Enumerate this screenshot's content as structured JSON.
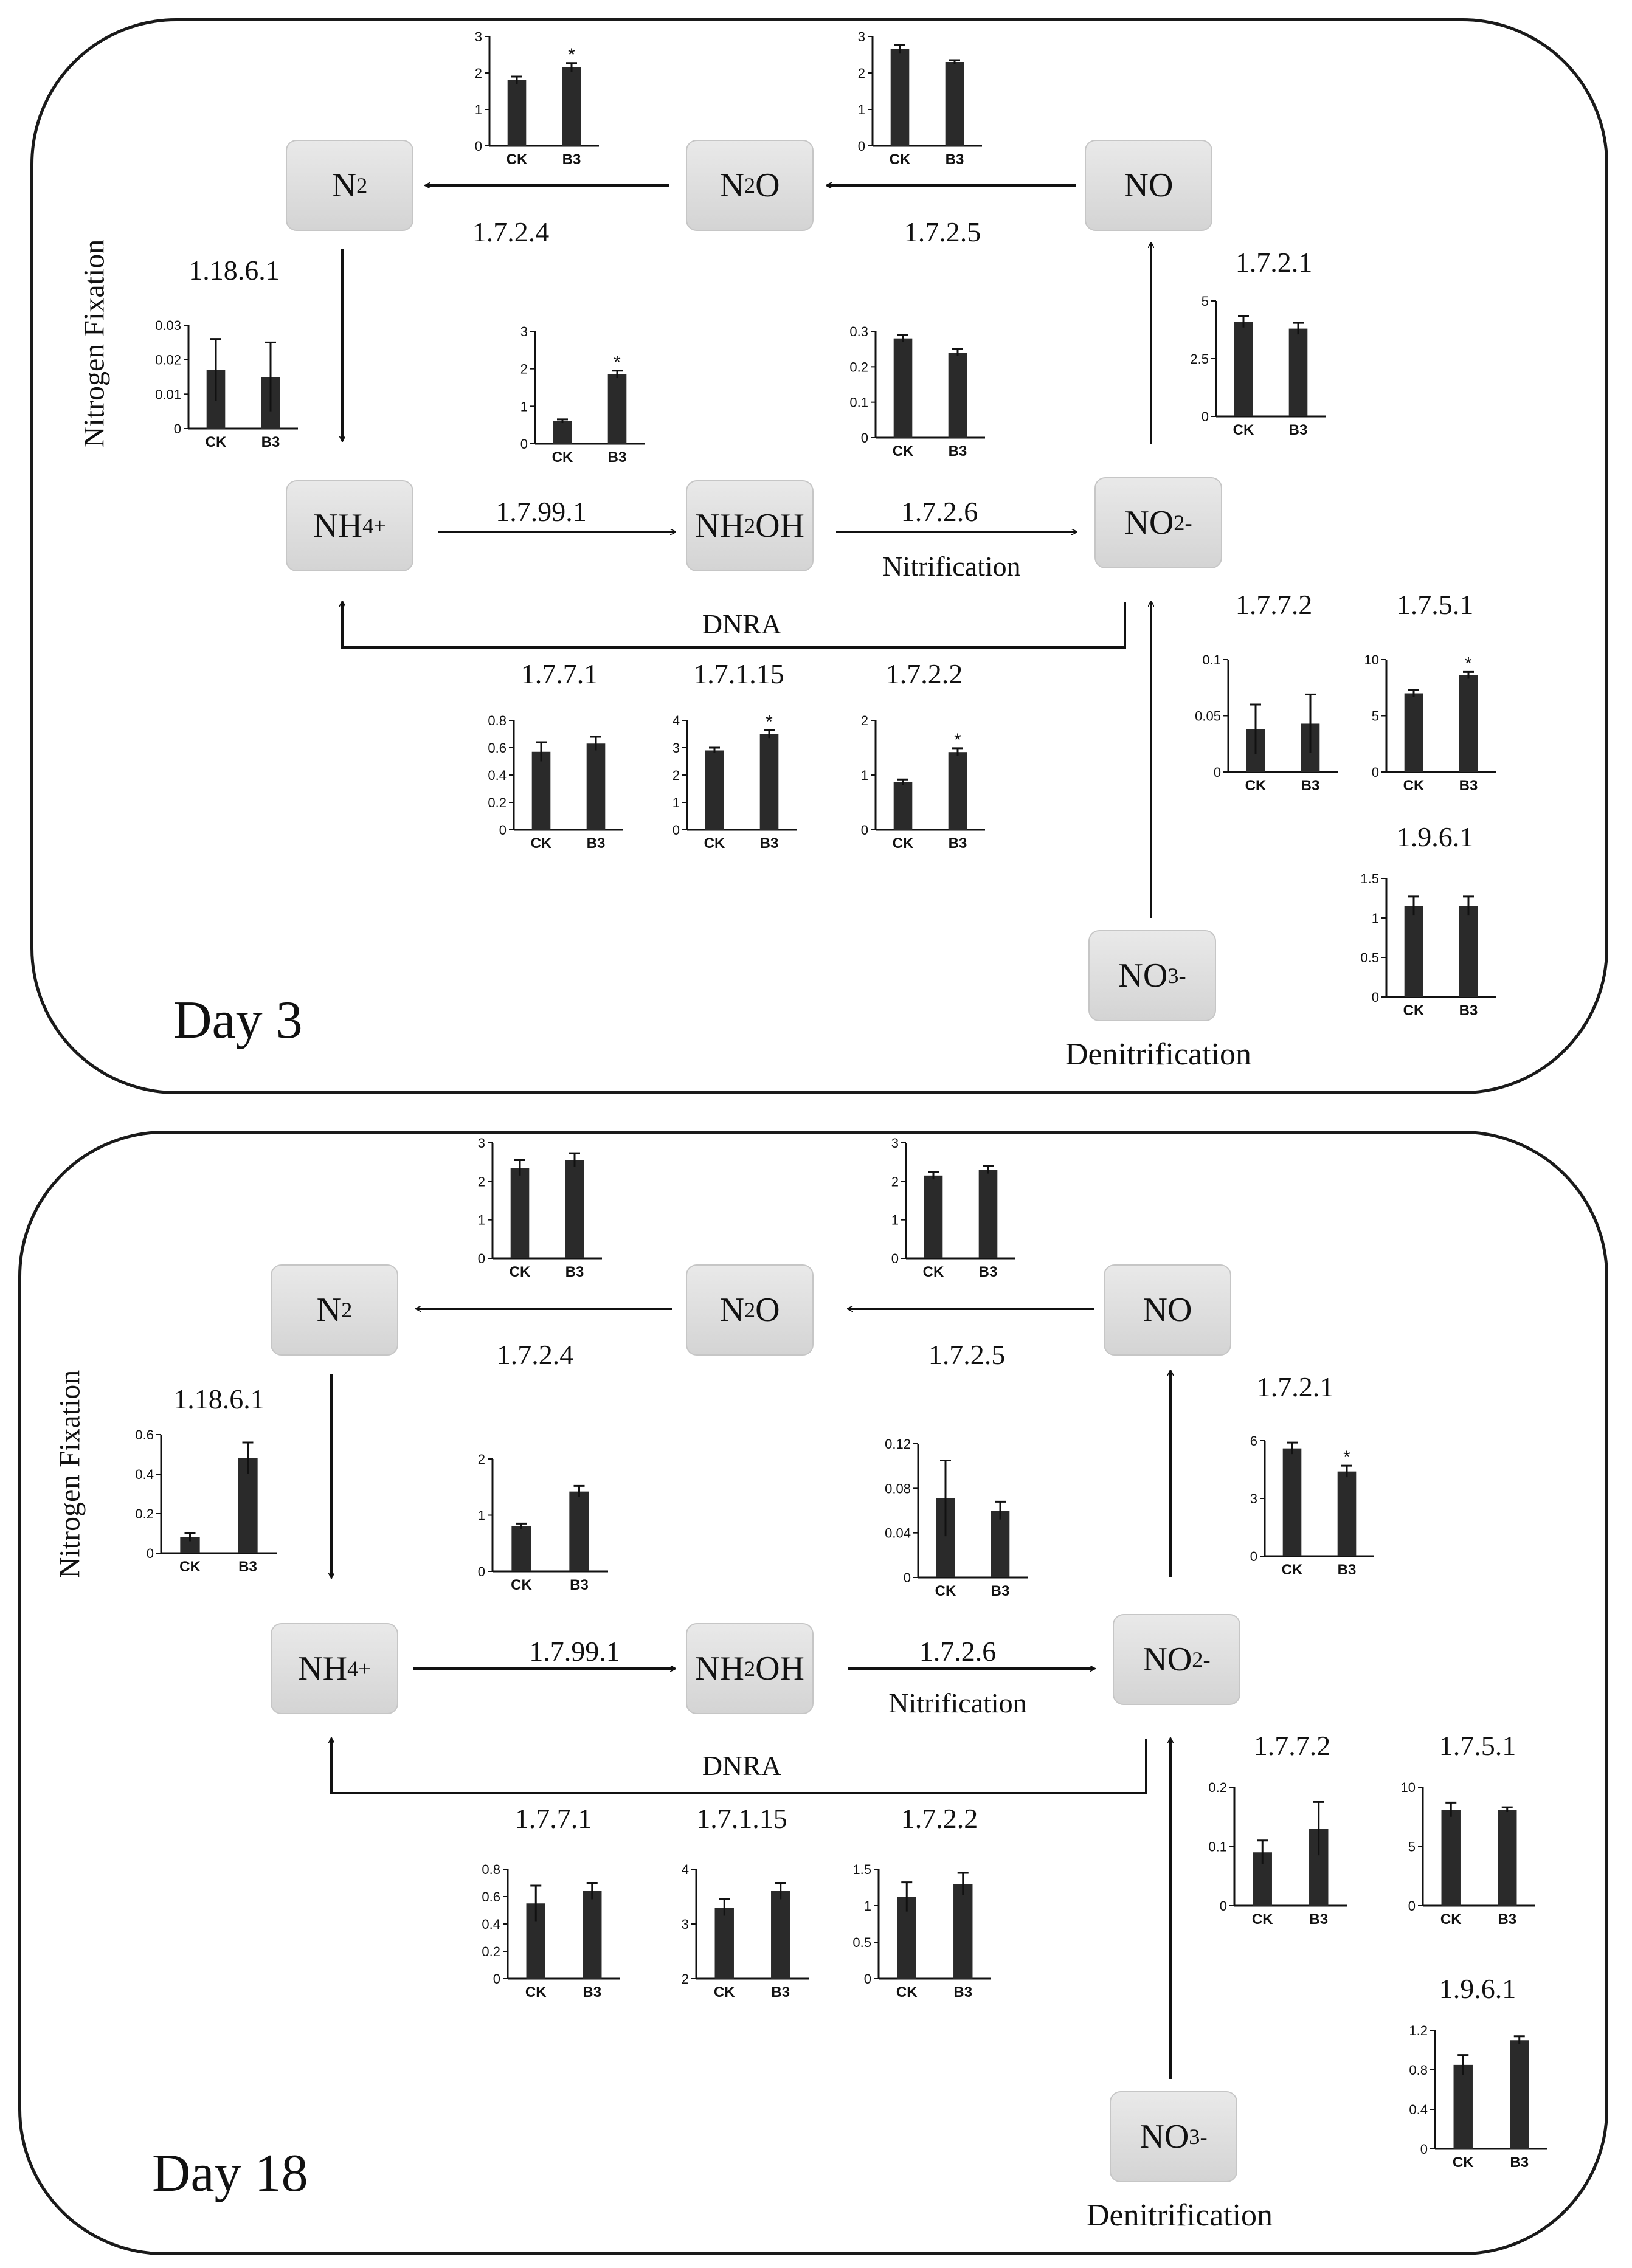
{
  "panels": [
    {
      "day_label": "Day 3",
      "side_label": "Nitrogen Fixation",
      "denitrification_label": "Denitrification",
      "nitrification_label": "Nitrification",
      "dnra_label": "DNRA",
      "nodes": {
        "n2": "N",
        "n2o": "N",
        "no": "NO",
        "nh4": "NH",
        "nh2oh": "NH",
        "no2": "NO",
        "no3": "NO"
      },
      "node_parts": {
        "n2_sub": "2",
        "n2o_sub": "2",
        "n2o_tail": "O",
        "nh4_sub": "4",
        "nh4_sup": "+",
        "nh2oh_sub": "2",
        "nh2oh_tail": "OH",
        "no2_sub": "2",
        "no2_sup": "-",
        "no3_sub": "3",
        "no3_sup": "-"
      },
      "enzymes": {
        "e1724": "1.7.2.4",
        "e1725": "1.7.2.5",
        "e1721": "1.7.2.1",
        "e18611": "1.18.6.1",
        "e17991": "1.7.99.1",
        "e1726": "1.7.2.6",
        "e1772": "1.7.7.2",
        "e1751": "1.7.5.1",
        "e1771": "1.7.7.1",
        "e17115": "1.7.1.15",
        "e1722": "1.7.2.2",
        "e1961": "1.9.6.1"
      }
    },
    {
      "day_label": "Day 18",
      "side_label": "Nitrogen Fixation",
      "denitrification_label": "Denitrification",
      "nitrification_label": "Nitrification",
      "dnra_label": "DNRA",
      "nodes": {
        "n2": "N",
        "n2o": "N",
        "no": "NO",
        "nh4": "NH",
        "nh2oh": "NH",
        "no2": "NO",
        "no3": "NO"
      },
      "node_parts": {
        "n2_sub": "2",
        "n2o_sub": "2",
        "n2o_tail": "O",
        "nh4_sub": "4",
        "nh4_sup": "+",
        "nh2oh_sub": "2",
        "nh2oh_tail": "OH",
        "no2_sub": "2",
        "no2_sup": "-",
        "no3_sub": "3",
        "no3_sup": "-"
      },
      "enzymes": {
        "e1724": "1.7.2.4",
        "e1725": "1.7.2.5",
        "e1721": "1.7.2.1",
        "e18611": "1.18.6.1",
        "e17991": "1.7.99.1",
        "e1726": "1.7.2.6",
        "e1772": "1.7.7.2",
        "e1751": "1.7.5.1",
        "e1771": "1.7.7.1",
        "e17115": "1.7.1.15",
        "e1722": "1.7.2.2",
        "e1961": "1.9.6.1"
      }
    }
  ],
  "chart_data": [
    {
      "type": "bar",
      "panel": "Day 3",
      "enzyme": "1.7.2.4",
      "categories": [
        "CK",
        "B3"
      ],
      "values": [
        1.8,
        2.15
      ],
      "errors": [
        0.1,
        0.12
      ],
      "significant": [
        false,
        true
      ],
      "ylim": [
        0,
        3
      ],
      "yticks": [
        "0",
        "1",
        "2",
        "3"
      ]
    },
    {
      "type": "bar",
      "panel": "Day 3",
      "enzyme": "1.7.2.5",
      "categories": [
        "CK",
        "B3"
      ],
      "values": [
        2.65,
        2.3
      ],
      "errors": [
        0.12,
        0.05
      ],
      "significant": [
        false,
        false
      ],
      "ylim": [
        0,
        3
      ],
      "yticks": [
        "0",
        "1",
        "2",
        "3"
      ]
    },
    {
      "type": "bar",
      "panel": "Day 3",
      "enzyme": "1.18.6.1",
      "categories": [
        "CK",
        "B3"
      ],
      "values": [
        0.017,
        0.015
      ],
      "errors": [
        0.009,
        0.01
      ],
      "significant": [
        false,
        false
      ],
      "ylim": [
        0,
        0.03
      ],
      "yticks": [
        "0",
        "0.01",
        "0.02",
        "0.03"
      ]
    },
    {
      "type": "bar",
      "panel": "Day 3",
      "enzyme": "1.7.99.1",
      "categories": [
        "CK",
        "B3"
      ],
      "values": [
        0.6,
        1.85
      ],
      "errors": [
        0.05,
        0.1
      ],
      "significant": [
        false,
        true
      ],
      "ylim": [
        0,
        3
      ],
      "yticks": [
        "0",
        "1",
        "2",
        "3"
      ]
    },
    {
      "type": "bar",
      "panel": "Day 3",
      "enzyme": "1.7.2.6",
      "categories": [
        "CK",
        "B3"
      ],
      "values": [
        0.28,
        0.24
      ],
      "errors": [
        0.01,
        0.01
      ],
      "significant": [
        false,
        false
      ],
      "ylim": [
        0,
        0.3
      ],
      "yticks": [
        "0",
        "0.1",
        "0.2",
        "0.3"
      ]
    },
    {
      "type": "bar",
      "panel": "Day 3",
      "enzyme": "1.7.2.1",
      "categories": [
        "CK",
        "B3"
      ],
      "values": [
        4.1,
        3.8
      ],
      "errors": [
        0.25,
        0.25
      ],
      "significant": [
        false,
        false
      ],
      "ylim": [
        0,
        5
      ],
      "yticks": [
        "0",
        "2.5",
        "5"
      ]
    },
    {
      "type": "bar",
      "panel": "Day 3",
      "enzyme": "1.7.7.1",
      "categories": [
        "CK",
        "B3"
      ],
      "values": [
        0.57,
        0.63
      ],
      "errors": [
        0.07,
        0.05
      ],
      "significant": [
        false,
        false
      ],
      "ylim": [
        0,
        0.8
      ],
      "yticks": [
        "0",
        "0.2",
        "0.4",
        "0.6",
        "0.8"
      ]
    },
    {
      "type": "bar",
      "panel": "Day 3",
      "enzyme": "1.7.1.15",
      "categories": [
        "CK",
        "B3"
      ],
      "values": [
        2.9,
        3.5
      ],
      "errors": [
        0.1,
        0.15
      ],
      "significant": [
        false,
        true
      ],
      "ylim": [
        0,
        4
      ],
      "yticks": [
        "0",
        "1",
        "2",
        "3",
        "4"
      ]
    },
    {
      "type": "bar",
      "panel": "Day 3",
      "enzyme": "1.7.2.2",
      "categories": [
        "CK",
        "B3"
      ],
      "values": [
        0.87,
        1.42
      ],
      "errors": [
        0.05,
        0.07
      ],
      "significant": [
        false,
        true
      ],
      "ylim": [
        0,
        2
      ],
      "yticks": [
        "0",
        "1",
        "2"
      ]
    },
    {
      "type": "bar",
      "panel": "Day 3",
      "enzyme": "1.7.7.2",
      "categories": [
        "CK",
        "B3"
      ],
      "values": [
        0.038,
        0.043
      ],
      "errors": [
        0.022,
        0.026
      ],
      "significant": [
        false,
        false
      ],
      "ylim": [
        0,
        0.1
      ],
      "yticks": [
        "0",
        "0.05",
        "0.1"
      ]
    },
    {
      "type": "bar",
      "panel": "Day 3",
      "enzyme": "1.7.5.1",
      "categories": [
        "CK",
        "B3"
      ],
      "values": [
        7.0,
        8.6
      ],
      "errors": [
        0.3,
        0.3
      ],
      "significant": [
        false,
        true
      ],
      "ylim": [
        0,
        10
      ],
      "yticks": [
        "0",
        "5",
        "10"
      ]
    },
    {
      "type": "bar",
      "panel": "Day 3",
      "enzyme": "1.9.6.1",
      "categories": [
        "CK",
        "B3"
      ],
      "values": [
        1.15,
        1.15
      ],
      "errors": [
        0.12,
        0.12
      ],
      "significant": [
        false,
        false
      ],
      "ylim": [
        0,
        1.5
      ],
      "yticks": [
        "0",
        "0.5",
        "1",
        "1.5"
      ]
    },
    {
      "type": "bar",
      "panel": "Day 18",
      "enzyme": "1.7.2.4",
      "categories": [
        "CK",
        "B3"
      ],
      "values": [
        2.35,
        2.55
      ],
      "errors": [
        0.2,
        0.18
      ],
      "significant": [
        false,
        false
      ],
      "ylim": [
        0,
        3
      ],
      "yticks": [
        "0",
        "1",
        "2",
        "3"
      ]
    },
    {
      "type": "bar",
      "panel": "Day 18",
      "enzyme": "1.7.2.5",
      "categories": [
        "CK",
        "B3"
      ],
      "values": [
        2.15,
        2.3
      ],
      "errors": [
        0.1,
        0.1
      ],
      "significant": [
        false,
        false
      ],
      "ylim": [
        0,
        3
      ],
      "yticks": [
        "0",
        "1",
        "2",
        "3"
      ]
    },
    {
      "type": "bar",
      "panel": "Day 18",
      "enzyme": "1.18.6.1",
      "categories": [
        "CK",
        "B3"
      ],
      "values": [
        0.08,
        0.48
      ],
      "errors": [
        0.02,
        0.08
      ],
      "significant": [
        false,
        false
      ],
      "ylim": [
        0,
        0.6
      ],
      "yticks": [
        "0",
        "0.2",
        "0.4",
        "0.6"
      ]
    },
    {
      "type": "bar",
      "panel": "Day 18",
      "enzyme": "1.7.99.1",
      "categories": [
        "CK",
        "B3"
      ],
      "values": [
        0.8,
        1.42
      ],
      "errors": [
        0.05,
        0.1
      ],
      "significant": [
        false,
        false
      ],
      "ylim": [
        0,
        2
      ],
      "yticks": [
        "0",
        "1",
        "2"
      ]
    },
    {
      "type": "bar",
      "panel": "Day 18",
      "enzyme": "1.7.2.6",
      "categories": [
        "CK",
        "B3"
      ],
      "values": [
        0.071,
        0.06
      ],
      "errors": [
        0.034,
        0.008
      ],
      "significant": [
        false,
        false
      ],
      "ylim": [
        0,
        0.12
      ],
      "yticks": [
        "0",
        "0.04",
        "0.08",
        "0.12"
      ]
    },
    {
      "type": "bar",
      "panel": "Day 18",
      "enzyme": "1.7.2.1",
      "categories": [
        "CK",
        "B3"
      ],
      "values": [
        5.6,
        4.4
      ],
      "errors": [
        0.3,
        0.3
      ],
      "significant": [
        false,
        true
      ],
      "ylim": [
        0,
        6
      ],
      "yticks": [
        "0",
        "3",
        "6"
      ]
    },
    {
      "type": "bar",
      "panel": "Day 18",
      "enzyme": "1.7.7.1",
      "categories": [
        "CK",
        "B3"
      ],
      "values": [
        0.55,
        0.64
      ],
      "errors": [
        0.13,
        0.06
      ],
      "significant": [
        false,
        false
      ],
      "ylim": [
        0,
        0.8
      ],
      "yticks": [
        "0",
        "0.2",
        "0.4",
        "0.6",
        "0.8"
      ]
    },
    {
      "type": "bar",
      "panel": "Day 18",
      "enzyme": "1.7.1.15",
      "categories": [
        "CK",
        "B3"
      ],
      "values": [
        3.3,
        3.6
      ],
      "errors": [
        0.15,
        0.15
      ],
      "significant": [
        false,
        false
      ],
      "ylim": [
        2,
        4
      ],
      "yticks": [
        "2",
        "3",
        "4"
      ]
    },
    {
      "type": "bar",
      "panel": "Day 18",
      "enzyme": "1.7.2.2",
      "categories": [
        "CK",
        "B3"
      ],
      "values": [
        1.12,
        1.3
      ],
      "errors": [
        0.2,
        0.15
      ],
      "significant": [
        false,
        false
      ],
      "ylim": [
        0,
        1.5
      ],
      "yticks": [
        "0",
        "0.5",
        "1",
        "1.5"
      ]
    },
    {
      "type": "bar",
      "panel": "Day 18",
      "enzyme": "1.7.7.2",
      "categories": [
        "CK",
        "B3"
      ],
      "values": [
        0.09,
        0.13
      ],
      "errors": [
        0.02,
        0.045
      ],
      "significant": [
        false,
        false
      ],
      "ylim": [
        0,
        0.2
      ],
      "yticks": [
        "0",
        "0.1",
        "0.2"
      ]
    },
    {
      "type": "bar",
      "panel": "Day 18",
      "enzyme": "1.7.5.1",
      "categories": [
        "CK",
        "B3"
      ],
      "values": [
        8.1,
        8.1
      ],
      "errors": [
        0.6,
        0.2
      ],
      "significant": [
        false,
        false
      ],
      "ylim": [
        0,
        10
      ],
      "yticks": [
        "0",
        "5",
        "10"
      ]
    },
    {
      "type": "bar",
      "panel": "Day 18",
      "enzyme": "1.9.6.1",
      "categories": [
        "CK",
        "B3"
      ],
      "values": [
        0.85,
        1.1
      ],
      "errors": [
        0.1,
        0.04
      ],
      "significant": [
        false,
        false
      ],
      "ylim": [
        0,
        1.2
      ],
      "yticks": [
        "0",
        "0.4",
        "0.8",
        "1.2"
      ]
    }
  ]
}
